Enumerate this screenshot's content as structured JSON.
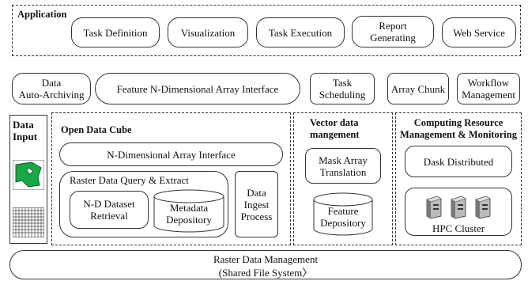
{
  "application": {
    "title": "Application",
    "items": [
      "Task Definition",
      "Visualization",
      "Task Execution",
      "Report\nGenerating",
      "Web Service"
    ]
  },
  "middle_row": {
    "data_archiving": "Data\nAuto-Archiving",
    "feature_interface": "Feature N-Dimensional Array Interface",
    "task_scheduling": "Task\nScheduling",
    "array_chunk": "Array Chunk",
    "workflow_management": "Workflow\nManagement"
  },
  "data_input": {
    "title": "Data\nInput"
  },
  "open_data_cube": {
    "title": "Open Data Cube",
    "nd_interface": "N-Dimensional Array Interface",
    "query_title": "Raster Data Query & Extract",
    "nd_dataset": "N-D Dataset\nRetrieval",
    "metadata": "Metadata\nDepository",
    "ingest": "Data\nIngest\nProcess"
  },
  "vector": {
    "title": "Vector data\nmangement",
    "mask": "Mask Array\nTranslation",
    "feature_depository": "Feature\nDepository"
  },
  "computing": {
    "title": "Computing Resource\nManagement & Monitoring",
    "dask": "Dask Distributed",
    "hpc": "HPC Cluster"
  },
  "bottom": {
    "line1": "Raster Data Management",
    "line2": "(Shared File System〉"
  }
}
